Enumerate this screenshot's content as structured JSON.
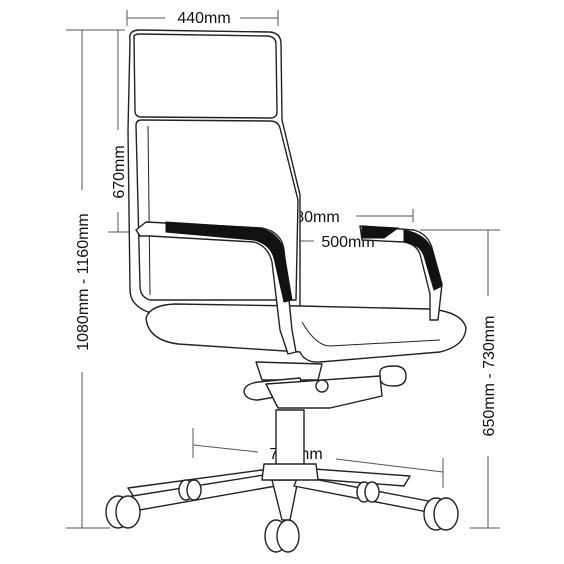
{
  "diagram": {
    "dimensions": {
      "width_top": "440mm",
      "backrest_height": "670mm",
      "overall_height": "1080mm - 1160mm",
      "arm_width_outer": "580mm",
      "arm_width_inner": "500mm",
      "seat_height": "650mm - 730mm",
      "base_width": "700mm"
    }
  }
}
